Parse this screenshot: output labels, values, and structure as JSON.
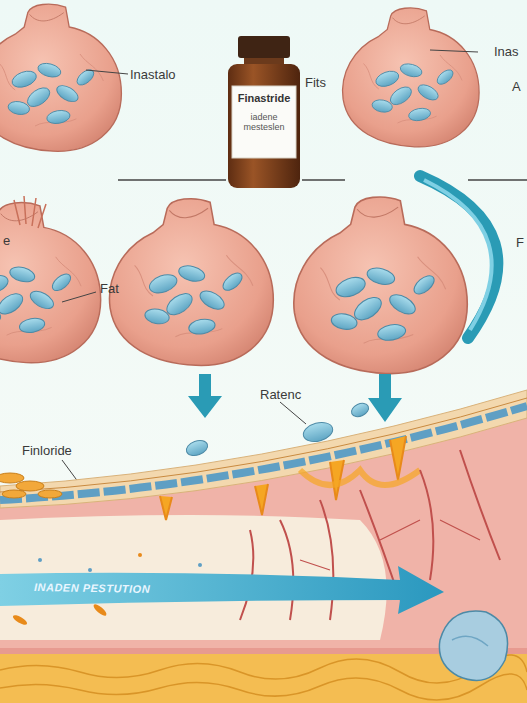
{
  "diagram": {
    "nodes": [
      {
        "text": [
          "Finastride",
          "iadene mesteslen"
        ]
      }
    ],
    "labels": [
      "Inastalo",
      "Fits",
      "Inas",
      "A",
      "e",
      "Fat",
      "F",
      "Ratenc",
      "Finloride",
      "INADEN PESTUTION"
    ]
  }
}
